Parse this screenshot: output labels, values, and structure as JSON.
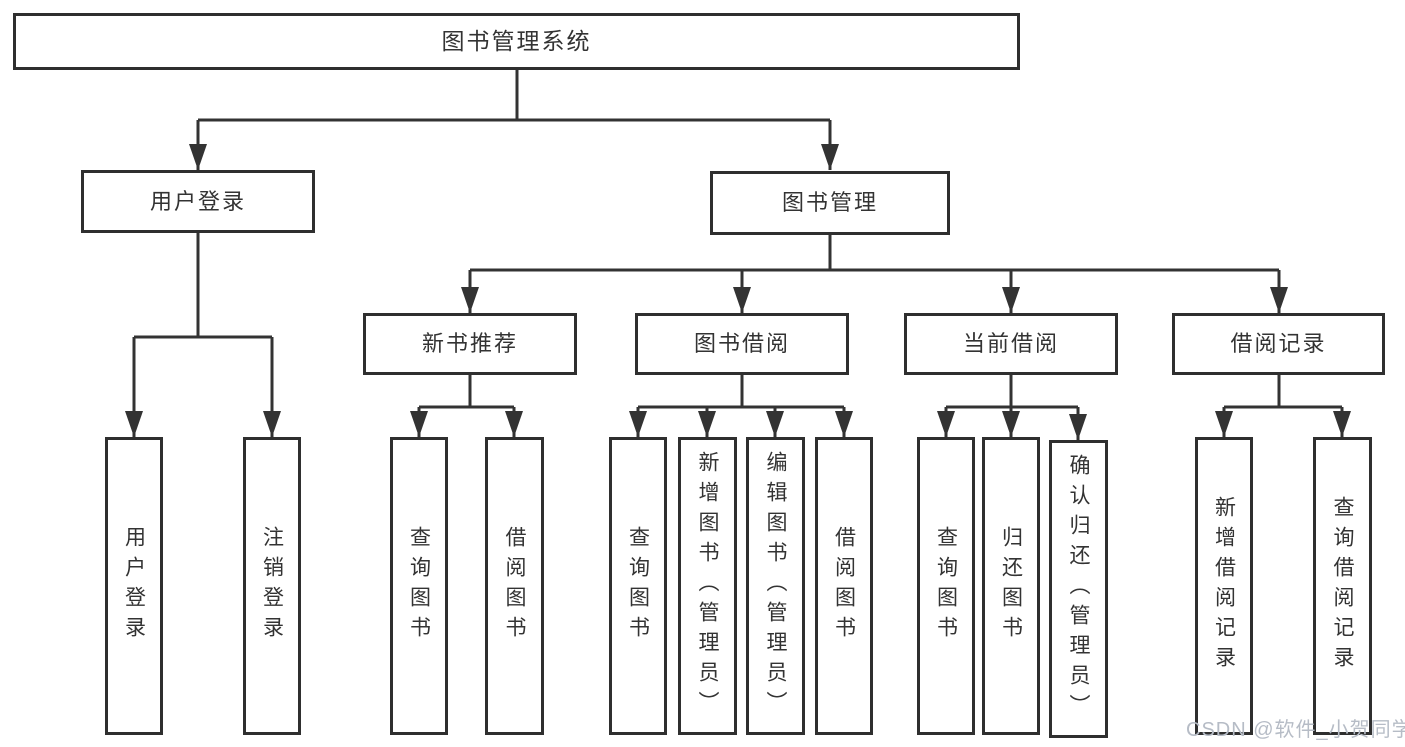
{
  "tree": {
    "label": "图书管理系统",
    "children": [
      {
        "label": "用户登录",
        "children": [
          {
            "label": "用户登录"
          },
          {
            "label": "注销登录"
          }
        ]
      },
      {
        "label": "图书管理",
        "children": [
          {
            "label": "新书推荐",
            "children": [
              {
                "label": "查询图书"
              },
              {
                "label": "借阅图书"
              }
            ]
          },
          {
            "label": "图书借阅",
            "children": [
              {
                "label": "查询图书"
              },
              {
                "label": "新增图书（管理员）"
              },
              {
                "label": "编辑图书（管理员）"
              },
              {
                "label": "借阅图书"
              }
            ]
          },
          {
            "label": "当前借阅",
            "children": [
              {
                "label": "查询图书"
              },
              {
                "label": "归还图书"
              },
              {
                "label": "确认归还（管理员）"
              }
            ]
          },
          {
            "label": "借阅记录",
            "children": [
              {
                "label": "新增借阅记录"
              },
              {
                "label": "查询借阅记录"
              }
            ]
          }
        ]
      }
    ]
  },
  "watermark": {
    "text": "CSDN @软件_小贺同学"
  },
  "colors": {
    "line": "#333333",
    "box_border": "#2f2f2f",
    "text": "#333333",
    "watermark": "#b6bcc6",
    "background": "#ffffff"
  }
}
